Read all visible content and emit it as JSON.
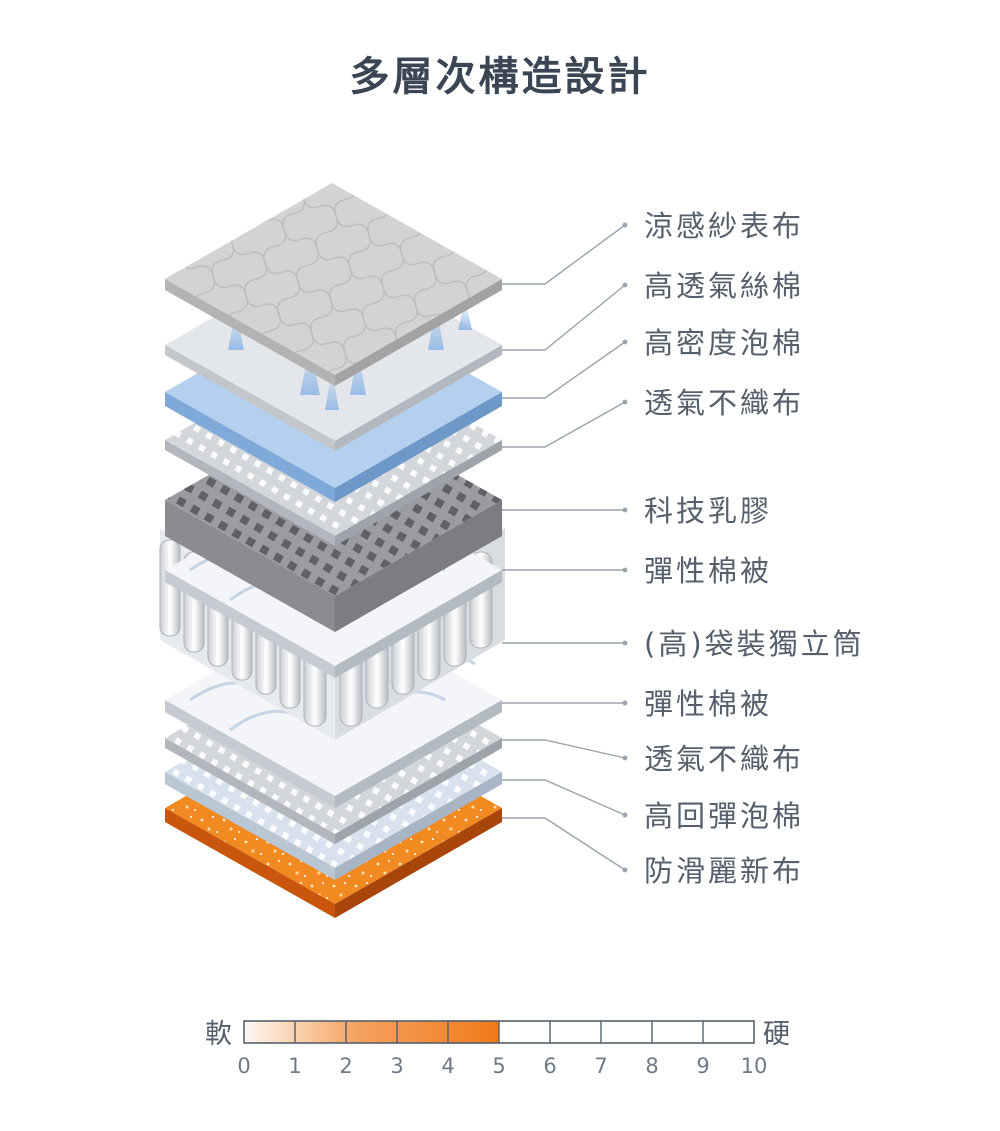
{
  "title": "多層次構造設計",
  "layers": [
    {
      "label": "涼感紗表布"
    },
    {
      "label": "高透氣絲棉"
    },
    {
      "label": "高密度泡棉"
    },
    {
      "label": "透氣不織布"
    },
    {
      "label": "科技乳膠"
    },
    {
      "label": "彈性棉被"
    },
    {
      "label": "(高)袋裝獨立筒"
    },
    {
      "label": "彈性棉被"
    },
    {
      "label": "透氣不織布"
    },
    {
      "label": "高回彈泡棉"
    },
    {
      "label": "防滑麗新布"
    }
  ],
  "firmness": {
    "soft_label": "軟",
    "hard_label": "硬",
    "value": 5,
    "max": 10,
    "ticks": [
      "0",
      "1",
      "2",
      "3",
      "4",
      "5",
      "6",
      "7",
      "8",
      "9",
      "10"
    ]
  },
  "colors": {
    "accent": "#f07a1a",
    "text": "#55606c",
    "line": "#9aa4ae"
  }
}
